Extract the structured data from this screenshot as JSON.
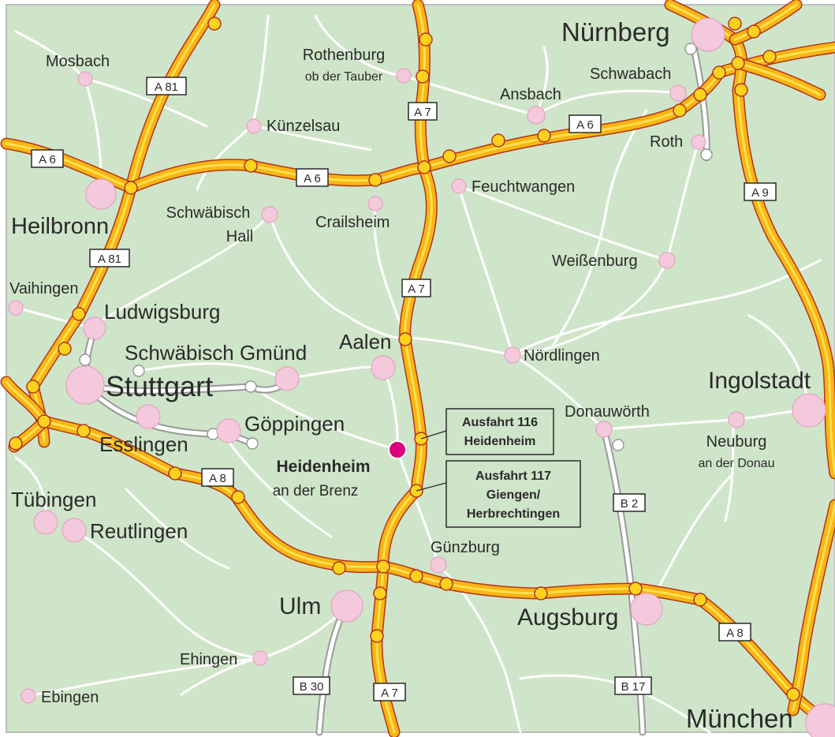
{
  "colors": {
    "land": "#cfe5c9",
    "border": "#bcbcbc",
    "minor_road": "#ffffff",
    "motorway_fill": "#f9b514",
    "motorway_center": "#ffe04f",
    "motorway_edge": "#b2341b",
    "junction": "#ffd21d",
    "city": "#f5c9dc",
    "city_stroke": "#e2a3c1",
    "highlight": "#d9007a",
    "label": "#2a2a2a",
    "shield_bg": "#ffffff",
    "shield_border": "#2a2a2a"
  },
  "cities": [
    {
      "id": "nuernberg",
      "name": "Nürnberg",
      "size": "large"
    },
    {
      "id": "mosbach",
      "name": "Mosbach",
      "size": "small"
    },
    {
      "id": "rothenburg",
      "name": "Rothenburg",
      "sub": "ob der Tauber",
      "size": "small"
    },
    {
      "id": "ansbach",
      "name": "Ansbach",
      "size": "small"
    },
    {
      "id": "schwabach",
      "name": "Schwabach",
      "size": "small"
    },
    {
      "id": "kuenzelsau",
      "name": "Künzelsau",
      "size": "small"
    },
    {
      "id": "roth",
      "name": "Roth",
      "size": "small"
    },
    {
      "id": "feuchtwangen",
      "name": "Feuchtwangen",
      "size": "small"
    },
    {
      "id": "heilbronn",
      "name": "Heilbronn",
      "size": "large"
    },
    {
      "id": "schwaebisch_hall",
      "name": "Schwäbisch",
      "sub": "Hall",
      "size": "small"
    },
    {
      "id": "crailsheim",
      "name": "Crailsheim",
      "size": "small"
    },
    {
      "id": "weissenburg",
      "name": "Weißenburg",
      "size": "small"
    },
    {
      "id": "vaihingen",
      "name": "Vaihingen",
      "size": "small"
    },
    {
      "id": "ludwigsburg",
      "name": "Ludwigsburg",
      "size": "medium"
    },
    {
      "id": "schwaebisch_gmuend",
      "name": "Schwäbisch Gmünd",
      "size": "medium"
    },
    {
      "id": "aalen",
      "name": "Aalen",
      "size": "medium"
    },
    {
      "id": "noerdlingen",
      "name": "Nördlingen",
      "size": "small"
    },
    {
      "id": "stuttgart",
      "name": "Stuttgart",
      "size": "large"
    },
    {
      "id": "ingolstadt",
      "name": "Ingolstadt",
      "size": "large"
    },
    {
      "id": "goeppingen",
      "name": "Göppingen",
      "size": "medium"
    },
    {
      "id": "donauwoerth",
      "name": "Donauwörth",
      "size": "small"
    },
    {
      "id": "esslingen",
      "name": "Esslingen",
      "size": "medium"
    },
    {
      "id": "neuburg",
      "name": "Neuburg",
      "sub": "an der Donau",
      "size": "small"
    },
    {
      "id": "tuebingen",
      "name": "Tübingen",
      "size": "medium"
    },
    {
      "id": "reutlingen",
      "name": "Reutlingen",
      "size": "medium"
    },
    {
      "id": "guenzburg",
      "name": "Günzburg",
      "size": "small"
    },
    {
      "id": "ulm",
      "name": "Ulm",
      "size": "large"
    },
    {
      "id": "augsburg",
      "name": "Augsburg",
      "size": "large"
    },
    {
      "id": "ehingen",
      "name": "Ehingen",
      "size": "small"
    },
    {
      "id": "ebingen",
      "name": "Ebingen",
      "size": "small"
    },
    {
      "id": "muenchen",
      "name": "München",
      "size": "large"
    }
  ],
  "highlight": {
    "name": "Heidenheim",
    "sub": "an der Brenz"
  },
  "exits": [
    {
      "id": "exit116",
      "line1": "Ausfahrt 116",
      "line2": "Heidenheim"
    },
    {
      "id": "exit117",
      "line1": "Ausfahrt 117",
      "line2": "Giengen/",
      "line3": "Herbrechtingen"
    }
  ],
  "shields": [
    {
      "id": "a81_top",
      "label": "A 81"
    },
    {
      "id": "a7_top",
      "label": "A 7"
    },
    {
      "id": "a6_ansbach",
      "label": "A 6"
    },
    {
      "id": "a6_left",
      "label": "A 6"
    },
    {
      "id": "a6_mid",
      "label": "A 6"
    },
    {
      "id": "a9",
      "label": "A 9"
    },
    {
      "id": "a81_mid",
      "label": "A 81"
    },
    {
      "id": "a7_mid",
      "label": "A 7"
    },
    {
      "id": "a8_left",
      "label": "A 8"
    },
    {
      "id": "b2",
      "label": "B 2"
    },
    {
      "id": "a8_right",
      "label": "A 8"
    },
    {
      "id": "b30",
      "label": "B 30"
    },
    {
      "id": "a7_bottom",
      "label": "A 7"
    },
    {
      "id": "b17",
      "label": "B 17"
    }
  ]
}
